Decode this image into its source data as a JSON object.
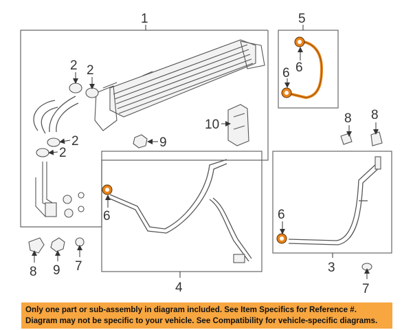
{
  "callouts": {
    "c1": "1",
    "c2a": "2",
    "c2b": "2",
    "c2c": "2",
    "c2d": "2",
    "c3": "3",
    "c4": "4",
    "c5": "5",
    "c6a": "6",
    "c6b": "6",
    "c6c": "6",
    "c6d": "6",
    "c7a": "7",
    "c7b": "7",
    "c8a": "8",
    "c8b": "8",
    "c8c": "8",
    "c9a": "9",
    "c9b": "9",
    "c10": "10"
  },
  "colors": {
    "highlight_part": "#e8841a",
    "notice_background": "#f7a640",
    "line_art": "#555555"
  },
  "notice": {
    "line1": "Only one part or sub-assembly in diagram included. See Item Specifics for Reference #.",
    "line2": "Diagram may not be specific to your vehicle. See Compatibility for vehicle-specific diagrams."
  }
}
